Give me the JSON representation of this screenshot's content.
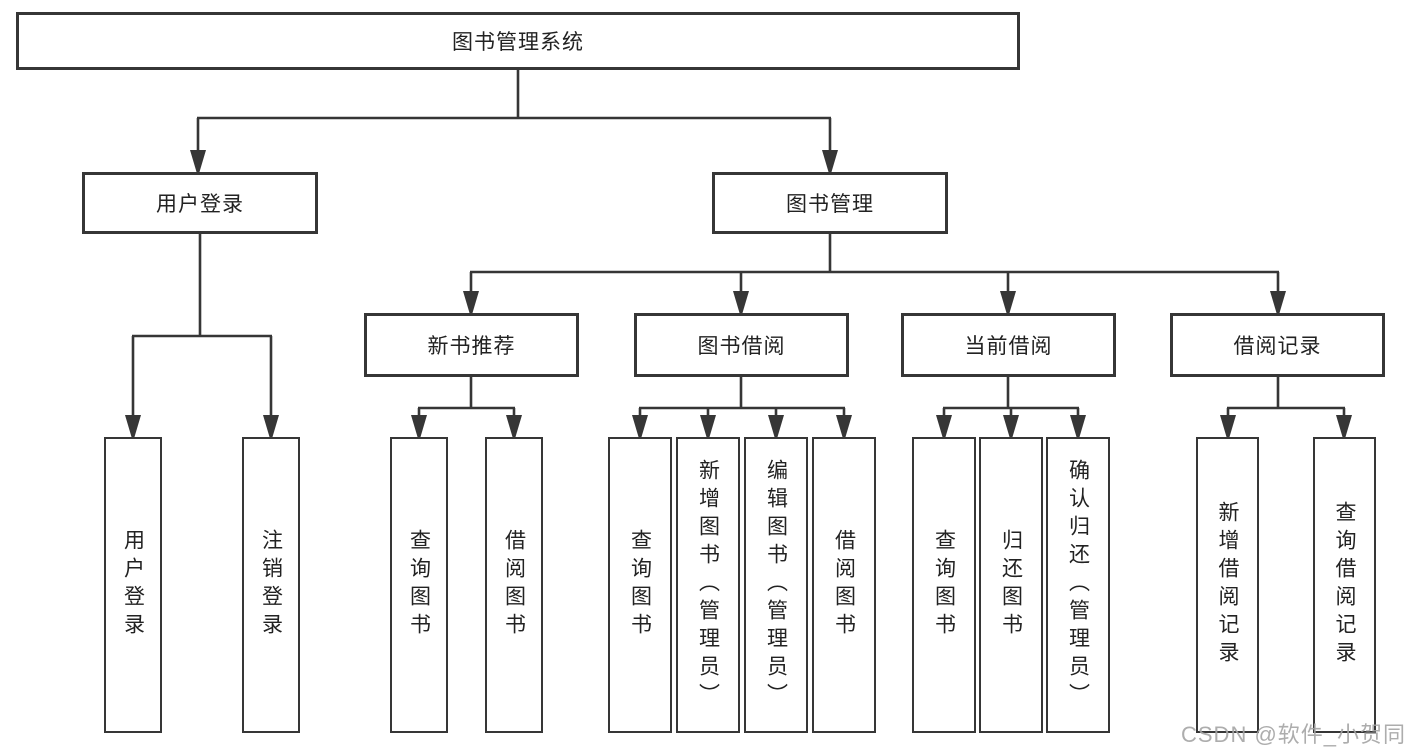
{
  "diagram": {
    "type": "tree-structure-diagram",
    "root": {
      "label": "图书管理系统"
    },
    "level2": [
      {
        "label": "用户登录"
      },
      {
        "label": "图书管理"
      }
    ],
    "level3": [
      {
        "label": "新书推荐",
        "parent": "图书管理"
      },
      {
        "label": "图书借阅",
        "parent": "图书管理"
      },
      {
        "label": "当前借阅",
        "parent": "图书管理"
      },
      {
        "label": "借阅记录",
        "parent": "图书管理"
      }
    ],
    "leaves": [
      {
        "label": "用户登录",
        "parent": "用户登录"
      },
      {
        "label": "注销登录",
        "parent": "用户登录"
      },
      {
        "label": "查询图书",
        "parent": "新书推荐"
      },
      {
        "label": "借阅图书",
        "parent": "新书推荐"
      },
      {
        "label": "查询图书",
        "parent": "图书借阅"
      },
      {
        "label": "新增图书（管理员）",
        "parent": "图书借阅"
      },
      {
        "label": "编辑图书（管理员）",
        "parent": "图书借阅"
      },
      {
        "label": "借阅图书",
        "parent": "图书借阅"
      },
      {
        "label": "查询图书",
        "parent": "当前借阅"
      },
      {
        "label": "归还图书",
        "parent": "当前借阅"
      },
      {
        "label": "确认归还（管理员）",
        "parent": "当前借阅"
      },
      {
        "label": "新增借阅记录",
        "parent": "借阅记录"
      },
      {
        "label": "查询借阅记录",
        "parent": "借阅记录"
      }
    ],
    "colors": {
      "line": "#363636",
      "text": "#222222",
      "background": "#ffffff",
      "watermark": "#a4a4a4"
    }
  },
  "watermark": {
    "text": "CSDN @软件_小贺同学"
  }
}
